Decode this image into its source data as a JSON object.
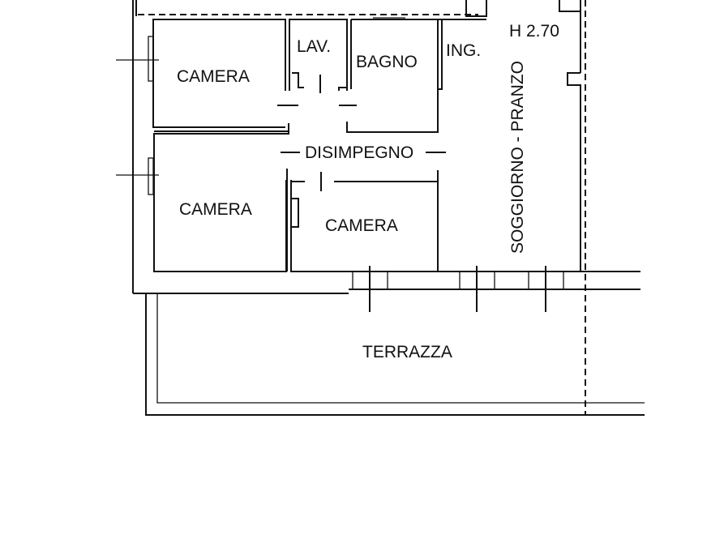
{
  "rooms": {
    "camera_1": "CAMERA",
    "lav": "LAV.",
    "bagno": "BAGNO",
    "ingresso": "ING.",
    "camera_2": "CAMERA",
    "camera_3": "CAMERA",
    "disimpegno": "DISIMPEGNO",
    "soggiorno": "SOGGIORNO - PRANZO",
    "terrazza": "TERRAZZA"
  },
  "ceiling_height": "H 2.70"
}
